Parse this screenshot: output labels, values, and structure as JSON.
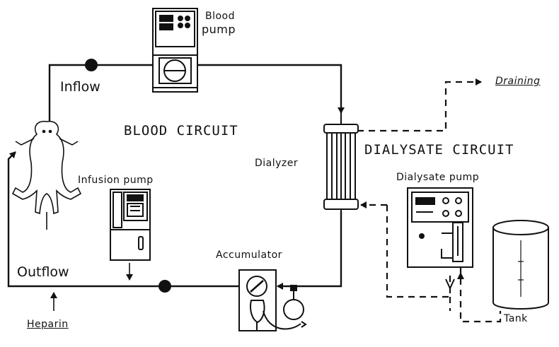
{
  "labels": {
    "blood_pump_line1": "Blood",
    "blood_pump_line2": "pump",
    "inflow": "Inflow",
    "blood_circuit": "BLOOD CIRCUIT",
    "draining": "Draining",
    "dialysate_circuit": "DIALYSATE CIRCUIT",
    "dialyzer": "Dialyzer",
    "dialysate_pump": "Dialysate pump",
    "infusion_pump": "Infusion pump",
    "accumulator": "Accumulator",
    "outflow": "Outflow",
    "heparin": "Heparin",
    "tank": "Tank"
  },
  "icons": [
    "animal-icon",
    "blood-pump-icon",
    "dialyzer-icon",
    "infusion-pump-icon",
    "dialysate-pump-icon",
    "accumulator-icon",
    "tank-icon"
  ],
  "colors": {
    "ink": "#111111",
    "background": "#ffffff"
  }
}
